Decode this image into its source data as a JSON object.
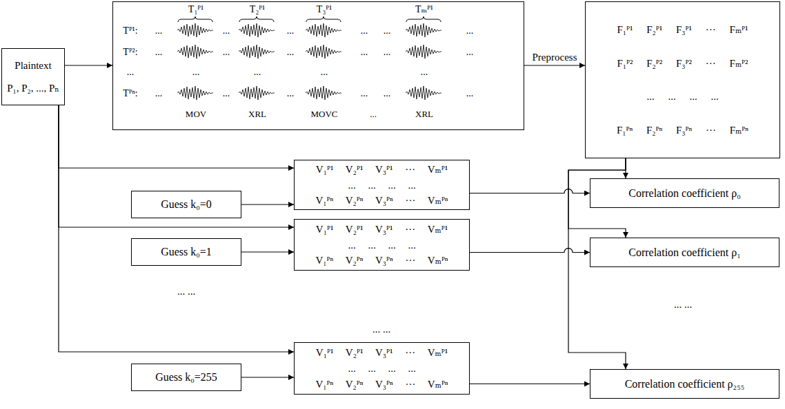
{
  "diagram": {
    "nodes": [
      {
        "text": [
          "Plaintext",
          "P₁, P₂, ..., Pₙ"
        ]
      },
      {
        "text": [
          "T₁ᴾ¹",
          "T₂ᴾ¹",
          "T₃ᴾ¹",
          "Tₘᴾ¹",
          "Tᴾ¹:",
          "...",
          "...",
          "...",
          "...",
          "...",
          "...",
          "Tᴾ²:",
          "...",
          "...",
          "...",
          "...",
          "...",
          "...",
          "...",
          "...",
          "...",
          "...",
          "...",
          "Tᴾⁿ:",
          "...",
          "...",
          "...",
          "...",
          "...",
          "...",
          "MOV",
          "XRL",
          "MOVC",
          "...",
          "XRL"
        ]
      },
      {
        "text": [
          "F₁ᴾ¹ F₂ᴾ¹ F₃ᴾ¹ ··· Fₘᴾ¹",
          "F₁ᴾ² F₂ᴾ² F₃ᴾ² ··· Fₘᴾ²",
          "... ... ... ...",
          "F₁ᴾⁿ F₂ᴾⁿ F₃ᴾⁿ ··· Fₘᴾⁿ"
        ]
      },
      {
        "text": [
          "V₁ᴾ¹ V₂ᴾ¹ V₃ᴾ¹ ··· Vₘᴾ¹",
          "... ... ... ...",
          "V₁ᴾⁿ V₂ᴾⁿ V₃ᴾⁿ ··· Vₘᴾⁿ"
        ]
      },
      {
        "text": [
          "Guess k₀=0"
        ]
      },
      {
        "text": [
          "Correlation coefficient ρ₀"
        ]
      },
      {
        "text": [
          "V₁ᴾ¹ V₂ᴾ¹ V₃ᴾ¹ ··· Vₘᴾ¹",
          "... ... ... ...",
          "V₁ᴾⁿ V₂ᴾⁿ V₃ᴾⁿ ··· Vₘᴾⁿ"
        ]
      },
      {
        "text": [
          "Guess k₀=1"
        ]
      },
      {
        "text": [
          "Correlation coefficient ρ₁"
        ]
      },
      {
        "text": [
          "V₁ᴾ¹ V₂ᴾ¹ V₃ᴾ¹ ··· Vₘᴾ¹",
          "... ... ... ...",
          "V₁ᴾⁿ V₂ᴾⁿ V₃ᴾⁿ ··· Vₘᴾⁿ"
        ]
      },
      {
        "text": [
          "Guess k₀=255"
        ]
      },
      {
        "text": [
          "Correlation coefficient ρ₂₅₅"
        ]
      }
    ],
    "edges": [
      {
        "from": 0,
        "to": 1,
        "arrow": "to"
      },
      {
        "from": 1,
        "to": 2,
        "label": "Preprocess",
        "arrow": "to"
      },
      {
        "from": 0,
        "to": 3,
        "arrow": "to"
      },
      {
        "from": 4,
        "to": 3,
        "arrow": "to"
      },
      {
        "from": 3,
        "to": 5,
        "arrow": "to"
      },
      {
        "from": 2,
        "to": 5,
        "arrow": "to"
      },
      {
        "from": 0,
        "to": 6,
        "arrow": "to"
      },
      {
        "from": 7,
        "to": 6,
        "arrow": "to"
      },
      {
        "from": 6,
        "to": 8,
        "arrow": "to"
      },
      {
        "from": 2,
        "to": 8,
        "arrow": "to"
      },
      {
        "from": 0,
        "to": 9,
        "arrow": "to"
      },
      {
        "from": 10,
        "to": 9,
        "arrow": "to"
      },
      {
        "from": 9,
        "to": 11,
        "arrow": "to"
      },
      {
        "from": 2,
        "to": 11,
        "arrow": "to"
      }
    ],
    "labels": [
      "... ...",
      "... ...",
      "... ..."
    ]
  }
}
